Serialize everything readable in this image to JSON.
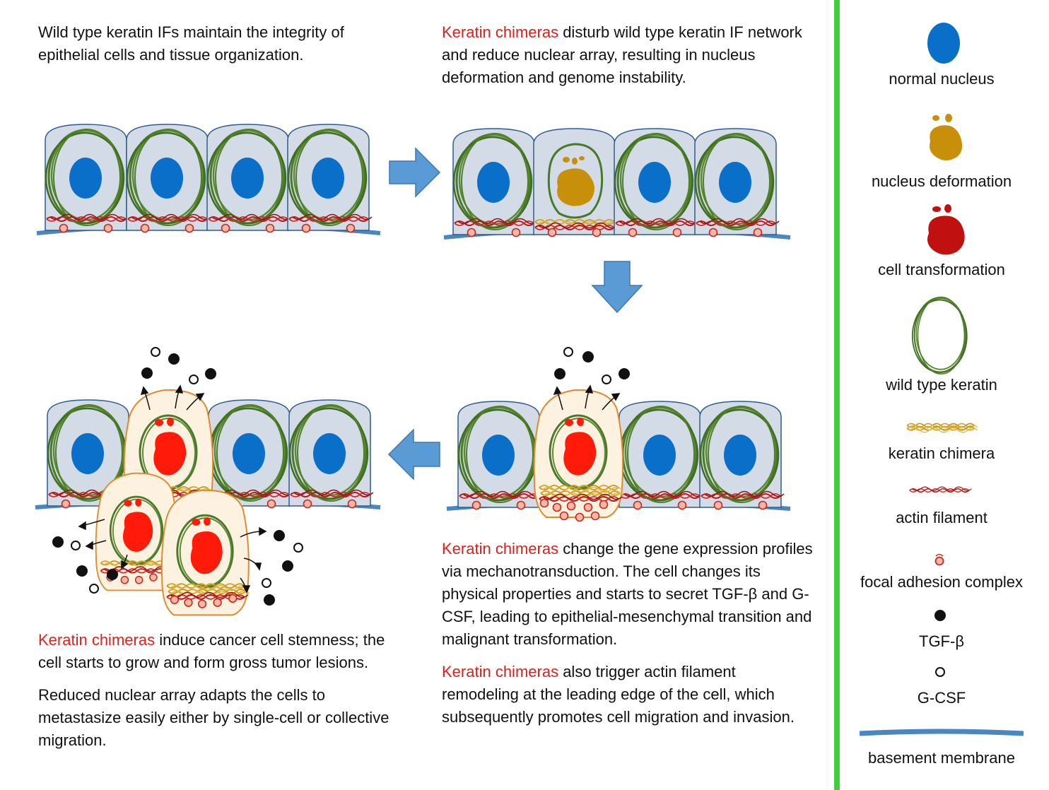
{
  "panels": {
    "p1_text": "Wild type keratin IFs maintain the integrity of epithelial cells and tissue organization.",
    "p2_red": "Keratin chimeras",
    "p2_text": " disturb wild type keratin IF network and reduce nuclear array, resulting in nucleus deformation and genome instability.",
    "p3_red": "Keratin chimeras",
    "p3_text": " change the gene expression profiles via mechanotransduction. The cell changes its physical properties and starts to secret TGF-β and G-CSF, leading to epithelial-mesenchymal transition and malignant transformation.",
    "p3b_red": "Keratin chimeras",
    "p3b_text": " also trigger actin filament remodeling at the leading edge of the cell, which subsequently promotes cell migration and invasion.",
    "p4_red": "Keratin chimeras",
    "p4_text": " induce cancer cell stemness; the cell starts to grow and form gross tumor lesions.",
    "p4b_text": "Reduced nuclear array adapts the cells to metastasize easily either by single-cell or collective migration."
  },
  "legend": {
    "items": [
      {
        "label": "normal nucleus"
      },
      {
        "label": "nucleus deformation"
      },
      {
        "label": "cell transformation"
      },
      {
        "label": "wild type keratin"
      },
      {
        "label": "keratin chimera"
      },
      {
        "label": "actin filament"
      },
      {
        "label": "focal adhesion complex"
      },
      {
        "label": "TGF-β"
      },
      {
        "label": "G-CSF"
      },
      {
        "label": "basement membrane"
      }
    ]
  },
  "colors": {
    "nucleus": "#0a6fc9",
    "deformed_nucleus": "#c8900a",
    "transformed_nucleus": "#ff1a0a",
    "keratin": "#4a7a28",
    "chimera": "#d4a82a",
    "actin": "#b81818",
    "membrane": "#4a86c0",
    "cell_fill": "#d3dbe6",
    "arrow": "#5b9bd5",
    "divider": "#3fcf3f"
  }
}
